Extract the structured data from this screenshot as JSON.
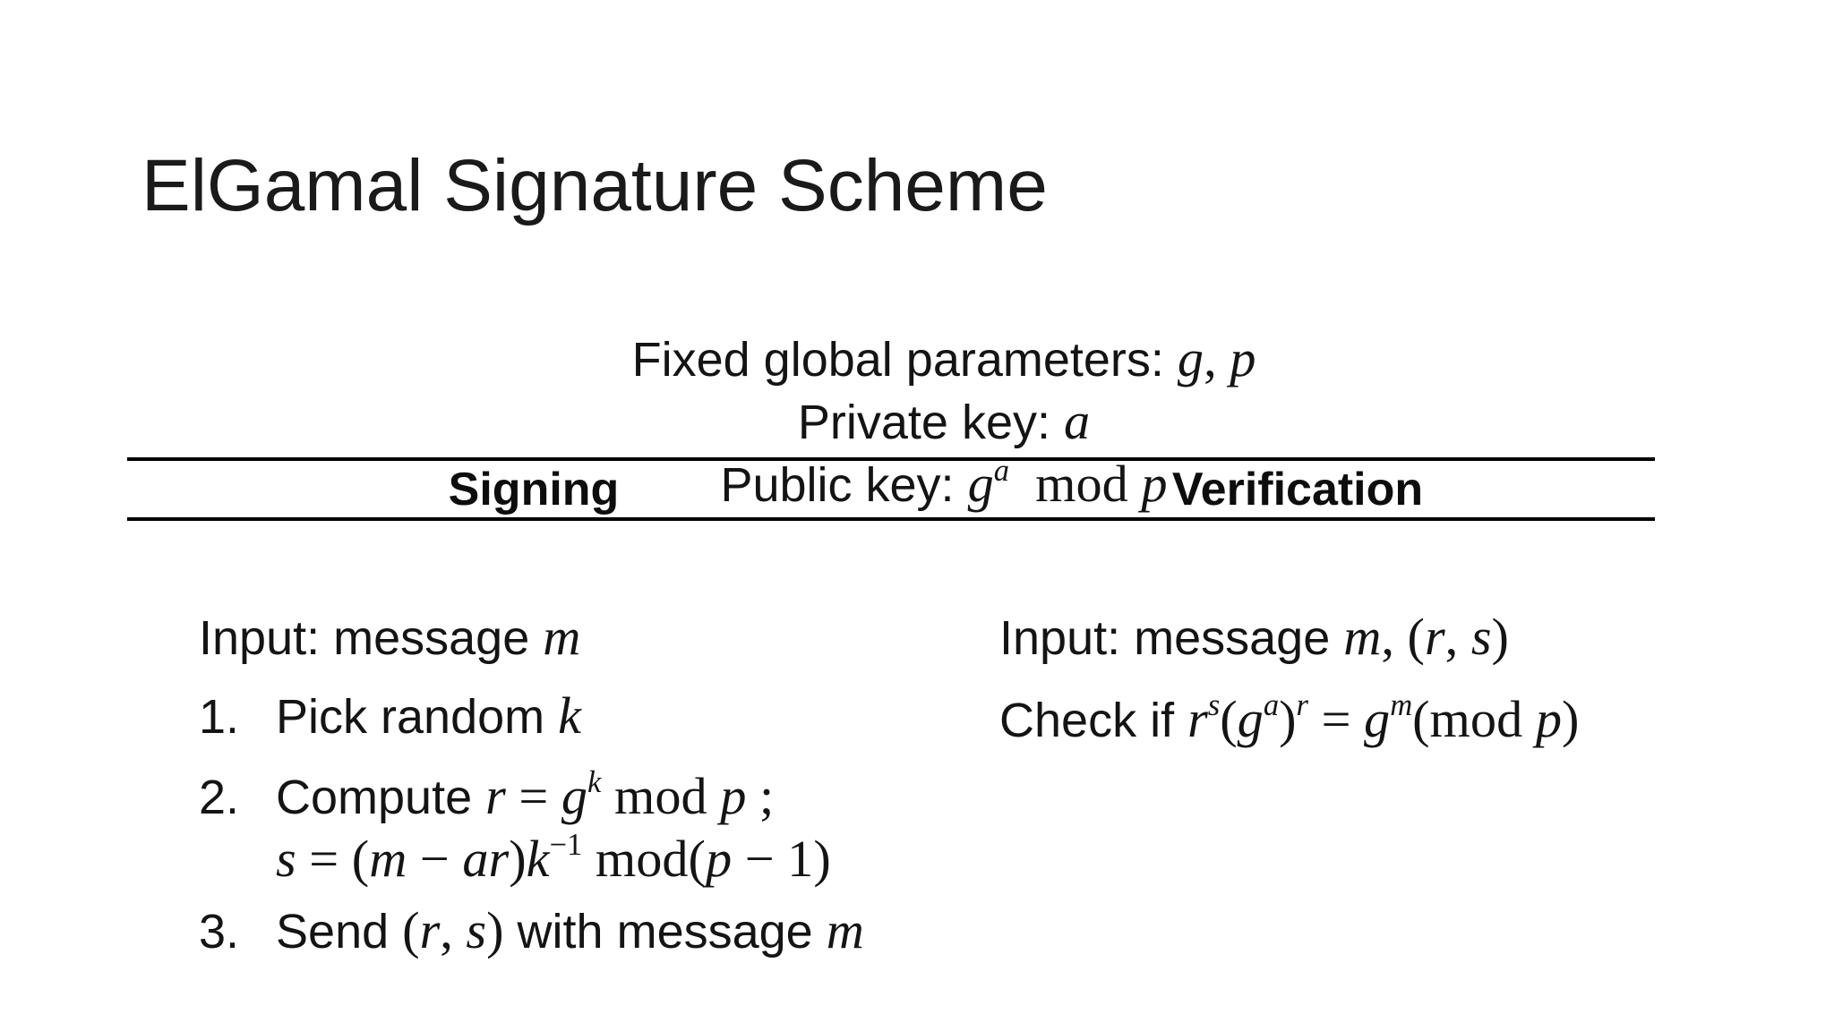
{
  "colors": {
    "background": "#ffffff",
    "text": "#141414",
    "rule": "#000000"
  },
  "slide": {
    "title": "ElGamal Signature Scheme"
  },
  "parameters": {
    "fixed": [
      {
        "t": "Fixed global parameters: ",
        "s": "t"
      },
      {
        "t": "g",
        "s": "i"
      },
      {
        "t": ", ",
        "s": "o"
      },
      {
        "t": "p",
        "s": "i"
      }
    ],
    "private": [
      {
        "t": "Private key: ",
        "s": "t"
      },
      {
        "t": "a",
        "s": "i"
      }
    ],
    "public": [
      {
        "t": "Public key: ",
        "s": "t"
      },
      {
        "t": "g",
        "s": "i"
      },
      {
        "t": "a",
        "s": "si"
      },
      {
        "t": "  mod ",
        "s": "o"
      },
      {
        "t": "p",
        "s": "i"
      }
    ]
  },
  "table": {
    "headers": {
      "signing": "Signing",
      "verification": "Verification"
    },
    "signing": {
      "input": [
        {
          "t": "Input: message ",
          "s": "t"
        },
        {
          "t": "m",
          "s": "i"
        }
      ],
      "steps": [
        {
          "num": "1.",
          "lines": [
            [
              {
                "t": "Pick random ",
                "s": "t"
              },
              {
                "t": "k",
                "s": "i"
              }
            ]
          ]
        },
        {
          "num": "2.",
          "lines": [
            [
              {
                "t": "Compute ",
                "s": "t"
              },
              {
                "t": "r",
                "s": "i"
              },
              {
                "t": " = ",
                "s": "o"
              },
              {
                "t": "g",
                "s": "i"
              },
              {
                "t": "k",
                "s": "si"
              },
              {
                "t": " mod ",
                "s": "o"
              },
              {
                "t": "p",
                "s": "i"
              },
              {
                "t": " ;",
                "s": "o"
              }
            ],
            [
              {
                "t": "s",
                "s": "i"
              },
              {
                "t": " = (",
                "s": "o"
              },
              {
                "t": "m",
                "s": "i"
              },
              {
                "t": " − ",
                "s": "o"
              },
              {
                "t": "ar",
                "s": "i"
              },
              {
                "t": ")",
                "s": "o"
              },
              {
                "t": "k",
                "s": "i"
              },
              {
                "t": "−1",
                "s": "so"
              },
              {
                "t": " mod(",
                "s": "o"
              },
              {
                "t": "p",
                "s": "i"
              },
              {
                "t": " − 1)",
                "s": "o"
              }
            ]
          ]
        },
        {
          "num": "3.",
          "lines": [
            [
              {
                "t": "Send ",
                "s": "t"
              },
              {
                "t": "(",
                "s": "o"
              },
              {
                "t": "r",
                "s": "i"
              },
              {
                "t": ", ",
                "s": "o"
              },
              {
                "t": "s",
                "s": "i"
              },
              {
                "t": ")",
                "s": "o"
              },
              {
                "t": " with message ",
                "s": "t"
              },
              {
                "t": "m",
                "s": "i"
              }
            ]
          ]
        }
      ]
    },
    "verification": {
      "input": [
        {
          "t": "Input: message ",
          "s": "t"
        },
        {
          "t": "m",
          "s": "i"
        },
        {
          "t": ", (",
          "s": "o"
        },
        {
          "t": "r",
          "s": "i"
        },
        {
          "t": ", ",
          "s": "o"
        },
        {
          "t": "s",
          "s": "i"
        },
        {
          "t": ")",
          "s": "o"
        }
      ],
      "check": [
        {
          "t": "Check if ",
          "s": "t"
        },
        {
          "t": "r",
          "s": "i"
        },
        {
          "t": "s",
          "s": "si"
        },
        {
          "t": "(",
          "s": "o"
        },
        {
          "t": "g",
          "s": "i"
        },
        {
          "t": "a",
          "s": "si"
        },
        {
          "t": ")",
          "s": "o"
        },
        {
          "t": "r",
          "s": "si"
        },
        {
          "t": " = ",
          "s": "o"
        },
        {
          "t": "g",
          "s": "i"
        },
        {
          "t": "m",
          "s": "si"
        },
        {
          "t": "(mod ",
          "s": "o"
        },
        {
          "t": "p",
          "s": "i"
        },
        {
          "t": ")",
          "s": "o"
        }
      ]
    }
  }
}
